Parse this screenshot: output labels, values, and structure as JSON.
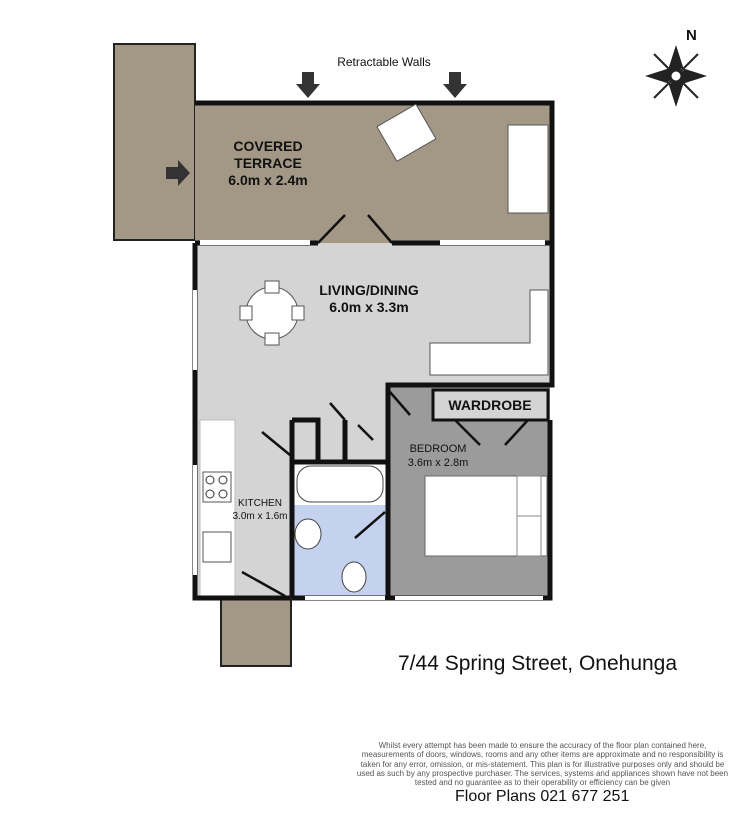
{
  "plan": {
    "retractable_walls_label": "Retractable Walls",
    "rooms": [
      {
        "name": "COVERED",
        "name2": "TERRACE",
        "size": "6.0m x 2.4m"
      },
      {
        "name": "LIVING/DINING",
        "size": "6.0m x 3.3m"
      },
      {
        "name": "WARDROBE"
      },
      {
        "name": "BEDROOM",
        "size": "3.6m x 2.8m"
      },
      {
        "name": "KITCHEN",
        "size": "3.0m x 1.6m"
      }
    ],
    "compass_label": "N",
    "colors": {
      "terrace": "#a39886",
      "living": "#d4d4d4",
      "bedroom": "#9b9b9b",
      "bathroom": "#c4d2ef",
      "wall": "#111111"
    }
  },
  "footer": {
    "address": "7/44 Spring Street, Onehunga",
    "disclaimer": "Whilst every attempt has been made to ensure the accuracy of the floor plan contained here, measurements of doors, windows, rooms and any other items are approximate and no responsibility is taken for any error, omission, or mis-statement. This plan is for illustrative purposes only and should be used as such by any prospective purchaser. The services, systems and appliances shown have not been tested and no guarantee as to their operability or efficiency can be given",
    "company": "Floor Plans 021 677 251"
  }
}
